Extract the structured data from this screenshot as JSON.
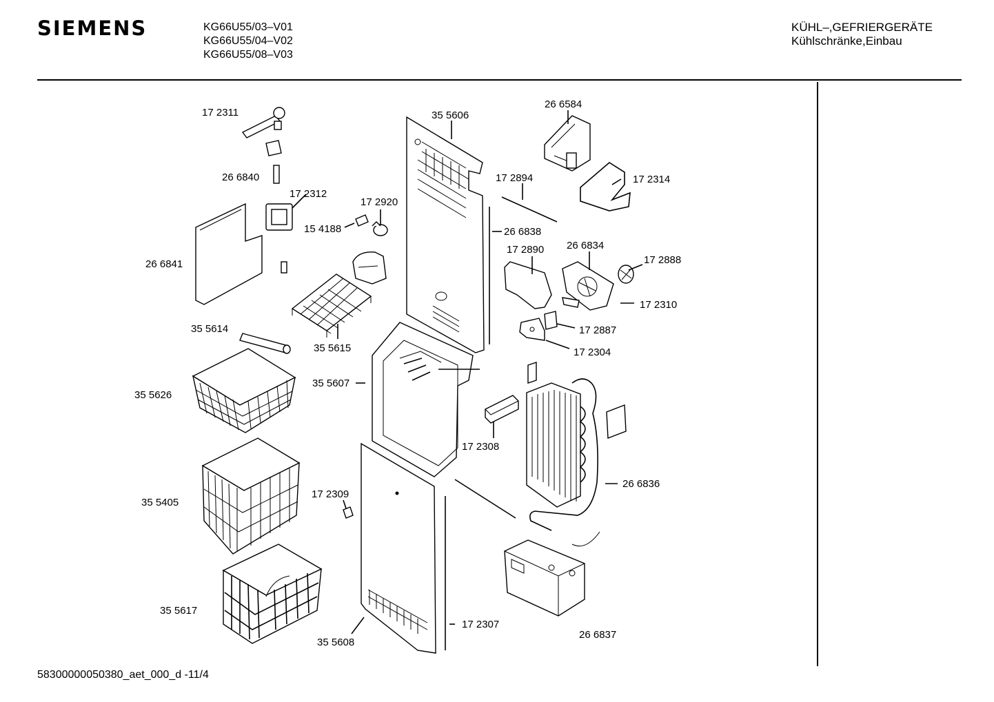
{
  "header": {
    "brand": "SIEMENS",
    "models": [
      "KG66U55/03–V01",
      "KG66U55/04–V02",
      "KG66U55/08–V03"
    ],
    "category": [
      "KÜHL–,GEFRIERGERÄTE",
      "Kühlschränke,Einbau"
    ]
  },
  "footer": {
    "doc_id": "58300000050380_aet_000_d -11/4"
  },
  "parts": [
    {
      "id": "p172311",
      "label": "17 2311"
    },
    {
      "id": "p266840",
      "label": "26 6840"
    },
    {
      "id": "p172312",
      "label": "17 2312"
    },
    {
      "id": "p154188",
      "label": "15 4188"
    },
    {
      "id": "p172920",
      "label": "17 2920"
    },
    {
      "id": "p266841",
      "label": "26 6841"
    },
    {
      "id": "p355614",
      "label": "35 5614"
    },
    {
      "id": "p355615",
      "label": "35 5615"
    },
    {
      "id": "p355626",
      "label": "35 5626"
    },
    {
      "id": "p355405",
      "label": "35 5405"
    },
    {
      "id": "p355617",
      "label": "35 5617"
    },
    {
      "id": "p172309",
      "label": "17 2309"
    },
    {
      "id": "p355606",
      "label": "35 5606"
    },
    {
      "id": "p355607",
      "label": "35 5607"
    },
    {
      "id": "p355608",
      "label": "35 5608"
    },
    {
      "id": "p172307",
      "label": "17 2307"
    },
    {
      "id": "p266584",
      "label": "26 6584"
    },
    {
      "id": "p172894",
      "label": "17 2894"
    },
    {
      "id": "p172314",
      "label": "17 2314"
    },
    {
      "id": "p266838",
      "label": "26 6838"
    },
    {
      "id": "p172890",
      "label": "17 2890"
    },
    {
      "id": "p266834",
      "label": "26 6834"
    },
    {
      "id": "p172888",
      "label": "17 2888"
    },
    {
      "id": "p172310",
      "label": "17 2310"
    },
    {
      "id": "p172887",
      "label": "17 2887"
    },
    {
      "id": "p172304",
      "label": "17 2304"
    },
    {
      "id": "p172308",
      "label": "17 2308"
    },
    {
      "id": "p266836",
      "label": "26  6836"
    },
    {
      "id": "p266837",
      "label": "26 6837"
    }
  ]
}
